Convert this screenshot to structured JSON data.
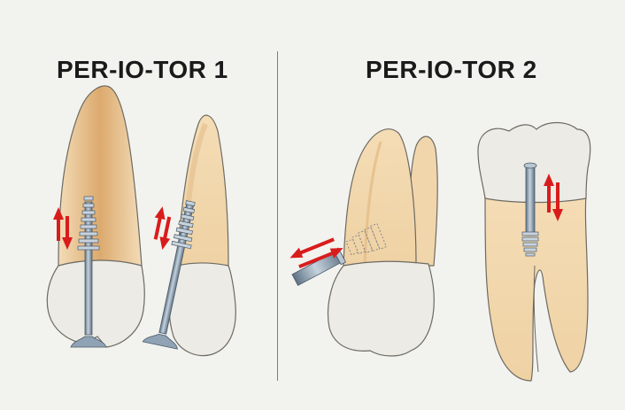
{
  "panels": [
    {
      "title": "PER-IO-TOR 1"
    },
    {
      "title": "PER-IO-TOR 2"
    }
  ],
  "colors": {
    "background": "#f2f2ee",
    "crown": "#ecebe6",
    "root": "#f1d7ae",
    "root_shade": "#ddb07a",
    "instrument": "#8fa3b5",
    "instrument_dark": "#4b5b6b",
    "arrow": "#d81c1c",
    "outline": "#6d6a63"
  },
  "icons": {
    "arrow_up_down": "double-arrow-vertical",
    "arrow_diagonal": "double-arrow-diagonal"
  }
}
